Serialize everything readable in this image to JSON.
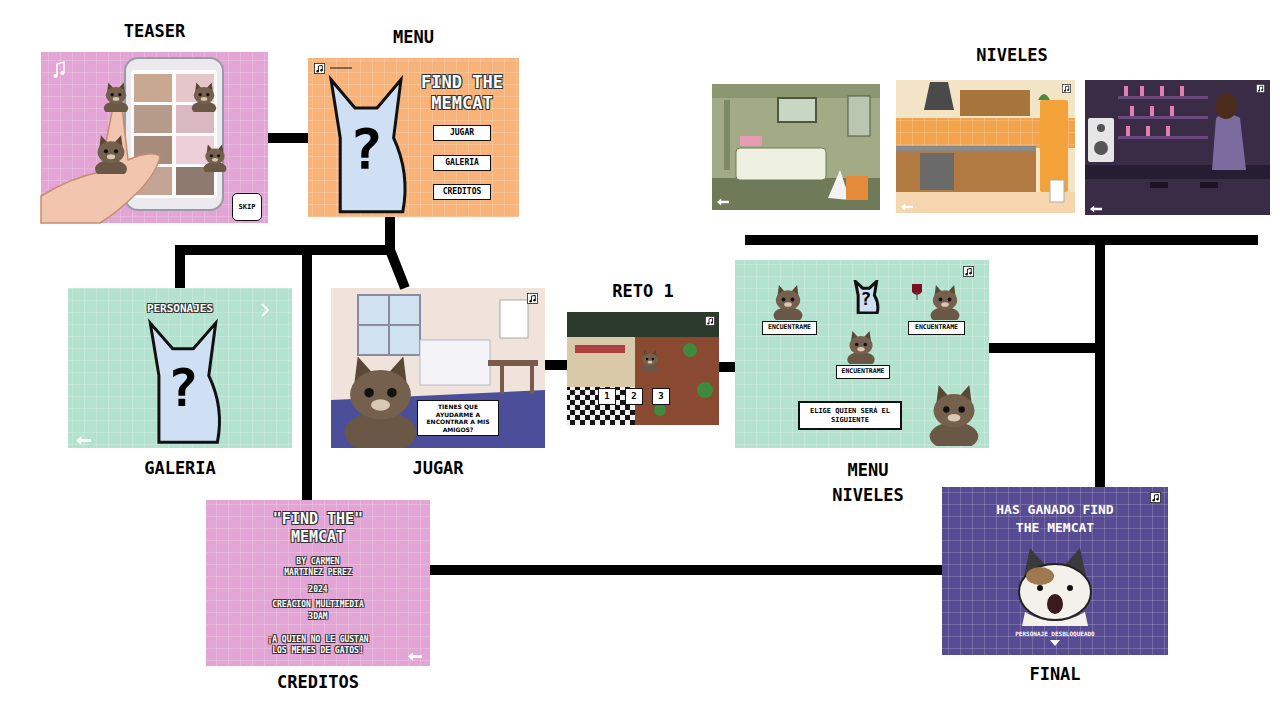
{
  "diagram": {
    "nodes": [
      {
        "text": [
          "TEASER"
        ]
      },
      {
        "text": [
          "SKIP"
        ],
        "in": 0
      },
      {
        "text": [
          "MENU",
          "FIND THE MEMCAT",
          "?"
        ]
      },
      {
        "text": [
          "JUGAR"
        ],
        "in": 2
      },
      {
        "text": [
          "GALERIA"
        ],
        "in": 2
      },
      {
        "text": [
          "CREDITOS"
        ],
        "in": 2
      },
      {
        "text": [
          "NIVELES"
        ]
      },
      {
        "text": [
          "GALERIA",
          "PERSONAJES",
          "?"
        ]
      },
      {
        "text": [
          "JUGAR"
        ]
      },
      {
        "text": [
          "TIENES QUE AYUDARME A ENCONTRAR A MIS AMIGOS?"
        ],
        "in": 8
      },
      {
        "text": [
          "RETO 1"
        ]
      },
      {
        "text": [
          "1"
        ],
        "in": 10
      },
      {
        "text": [
          "2"
        ],
        "in": 10
      },
      {
        "text": [
          "3"
        ],
        "in": 10
      },
      {
        "text": [
          "MENU NIVELES",
          "?"
        ]
      },
      {
        "text": [
          "ENCUENTRAME"
        ],
        "in": 14
      },
      {
        "text": [
          "ENCUENTRAME"
        ],
        "in": 14
      },
      {
        "text": [
          "ENCUENTRAME"
        ],
        "in": 14
      },
      {
        "text": [
          "ELIGE QUIEN SERÁ EL SIGUIENTE"
        ],
        "in": 14
      },
      {
        "text": [
          "CREDITOS",
          "\"FIND THE\" MEMCAT",
          "BY CARMEN MARTINEZ PEREZ",
          "2024",
          "CREACION MULTIMEDIA",
          "3DAM",
          "¡A QUIEN NO LE GUSTAN LOS MEMES DE GATOS!"
        ]
      },
      {
        "text": [
          "FINAL",
          "HAS GANADO FIND THE MEMCAT",
          "PERSONAJE DESBLOQUEADO"
        ]
      }
    ],
    "edges": [
      {
        "from": 0,
        "to": 2,
        "arrow": "none"
      },
      {
        "from": 2,
        "to": 7,
        "arrow": "none"
      },
      {
        "from": 2,
        "to": 8,
        "arrow": "none"
      },
      {
        "from": 2,
        "to": 19,
        "arrow": "none"
      },
      {
        "from": 8,
        "to": 10,
        "arrow": "none"
      },
      {
        "from": 10,
        "to": 14,
        "arrow": "none"
      },
      {
        "from": 14,
        "to": 6,
        "arrow": "none"
      },
      {
        "from": 14,
        "to": 20,
        "arrow": "none"
      },
      {
        "from": 20,
        "to": 19,
        "arrow": "none"
      }
    ]
  }
}
